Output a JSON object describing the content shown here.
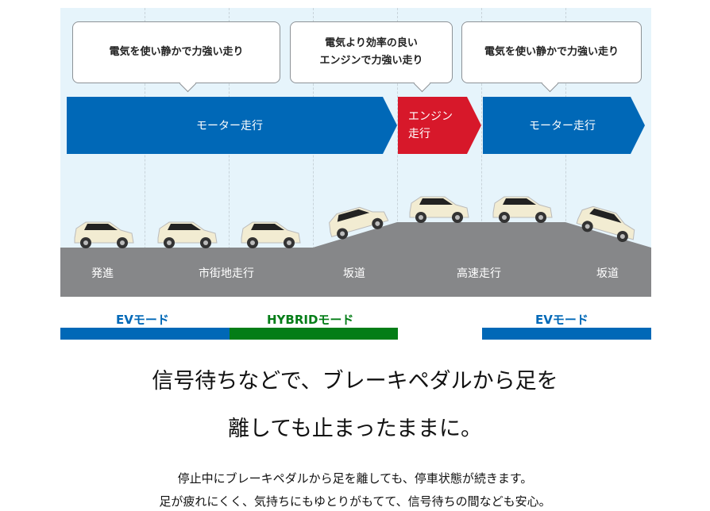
{
  "diagram": {
    "bubbles": [
      {
        "text": "電気を使い静かで力強い走り"
      },
      {
        "line1": "電気より効率の良い",
        "line2": "エンジンで力強い走り"
      },
      {
        "text": "電気を使い静かで力強い走り"
      }
    ],
    "arrows": [
      {
        "label": "モーター走行",
        "color": "#0068b7"
      },
      {
        "line1": "エンジン",
        "line2": "走行",
        "color": "#d7182a"
      },
      {
        "label": "モーター走行",
        "color": "#0068b7"
      }
    ],
    "road_segments": [
      "発進",
      "市街地走行",
      "坂道",
      "高速走行",
      "坂道"
    ],
    "road_color": "#868789",
    "car_color": "#f2ecd2"
  },
  "modes": [
    {
      "label": "EVモード",
      "color": "#0068b7"
    },
    {
      "label": "HYBRIDモード",
      "color": "#047d17"
    },
    {
      "label": "EVモード",
      "color": "#0068b7"
    }
  ],
  "headline": {
    "line1": "信号待ちなどで、ブレーキペダルから足を",
    "line2": "離しても止まったままに。"
  },
  "body": {
    "line1": "停止中にブレーキペダルから足を離しても、停車状態が続きます。",
    "line2": "足が疲れにくく、気持ちにもゆとりがもてて、信号待ちの間なども安心。"
  }
}
